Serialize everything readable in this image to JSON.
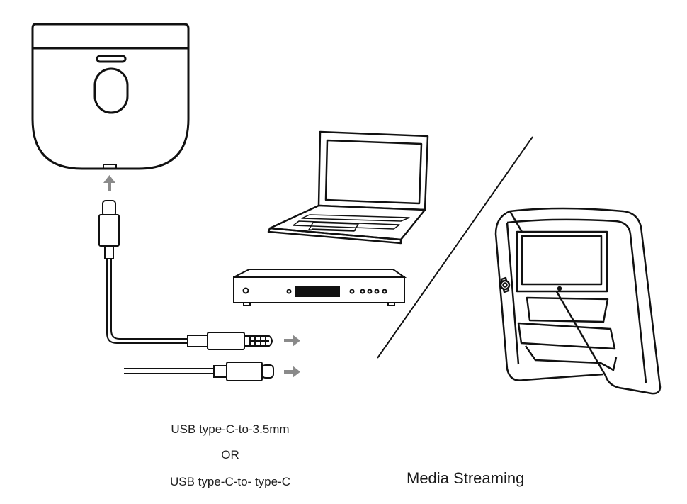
{
  "diagram": {
    "cable_option_1": "USB type-C-to-3.5mm",
    "or_text": "OR",
    "cable_option_2": "USB type-C-to- type-C",
    "media_label": "Media Streaming"
  },
  "colors": {
    "line": "#111111",
    "arrow": "#8a8a8a",
    "caption": "#222222"
  },
  "icons": [
    "transmitter-device-icon",
    "usb-c-plug-icon",
    "audio-jack-3-5mm-icon",
    "usb-c-cable-icon",
    "laptop-icon",
    "cd-player-icon",
    "seatback-screen-icon"
  ]
}
